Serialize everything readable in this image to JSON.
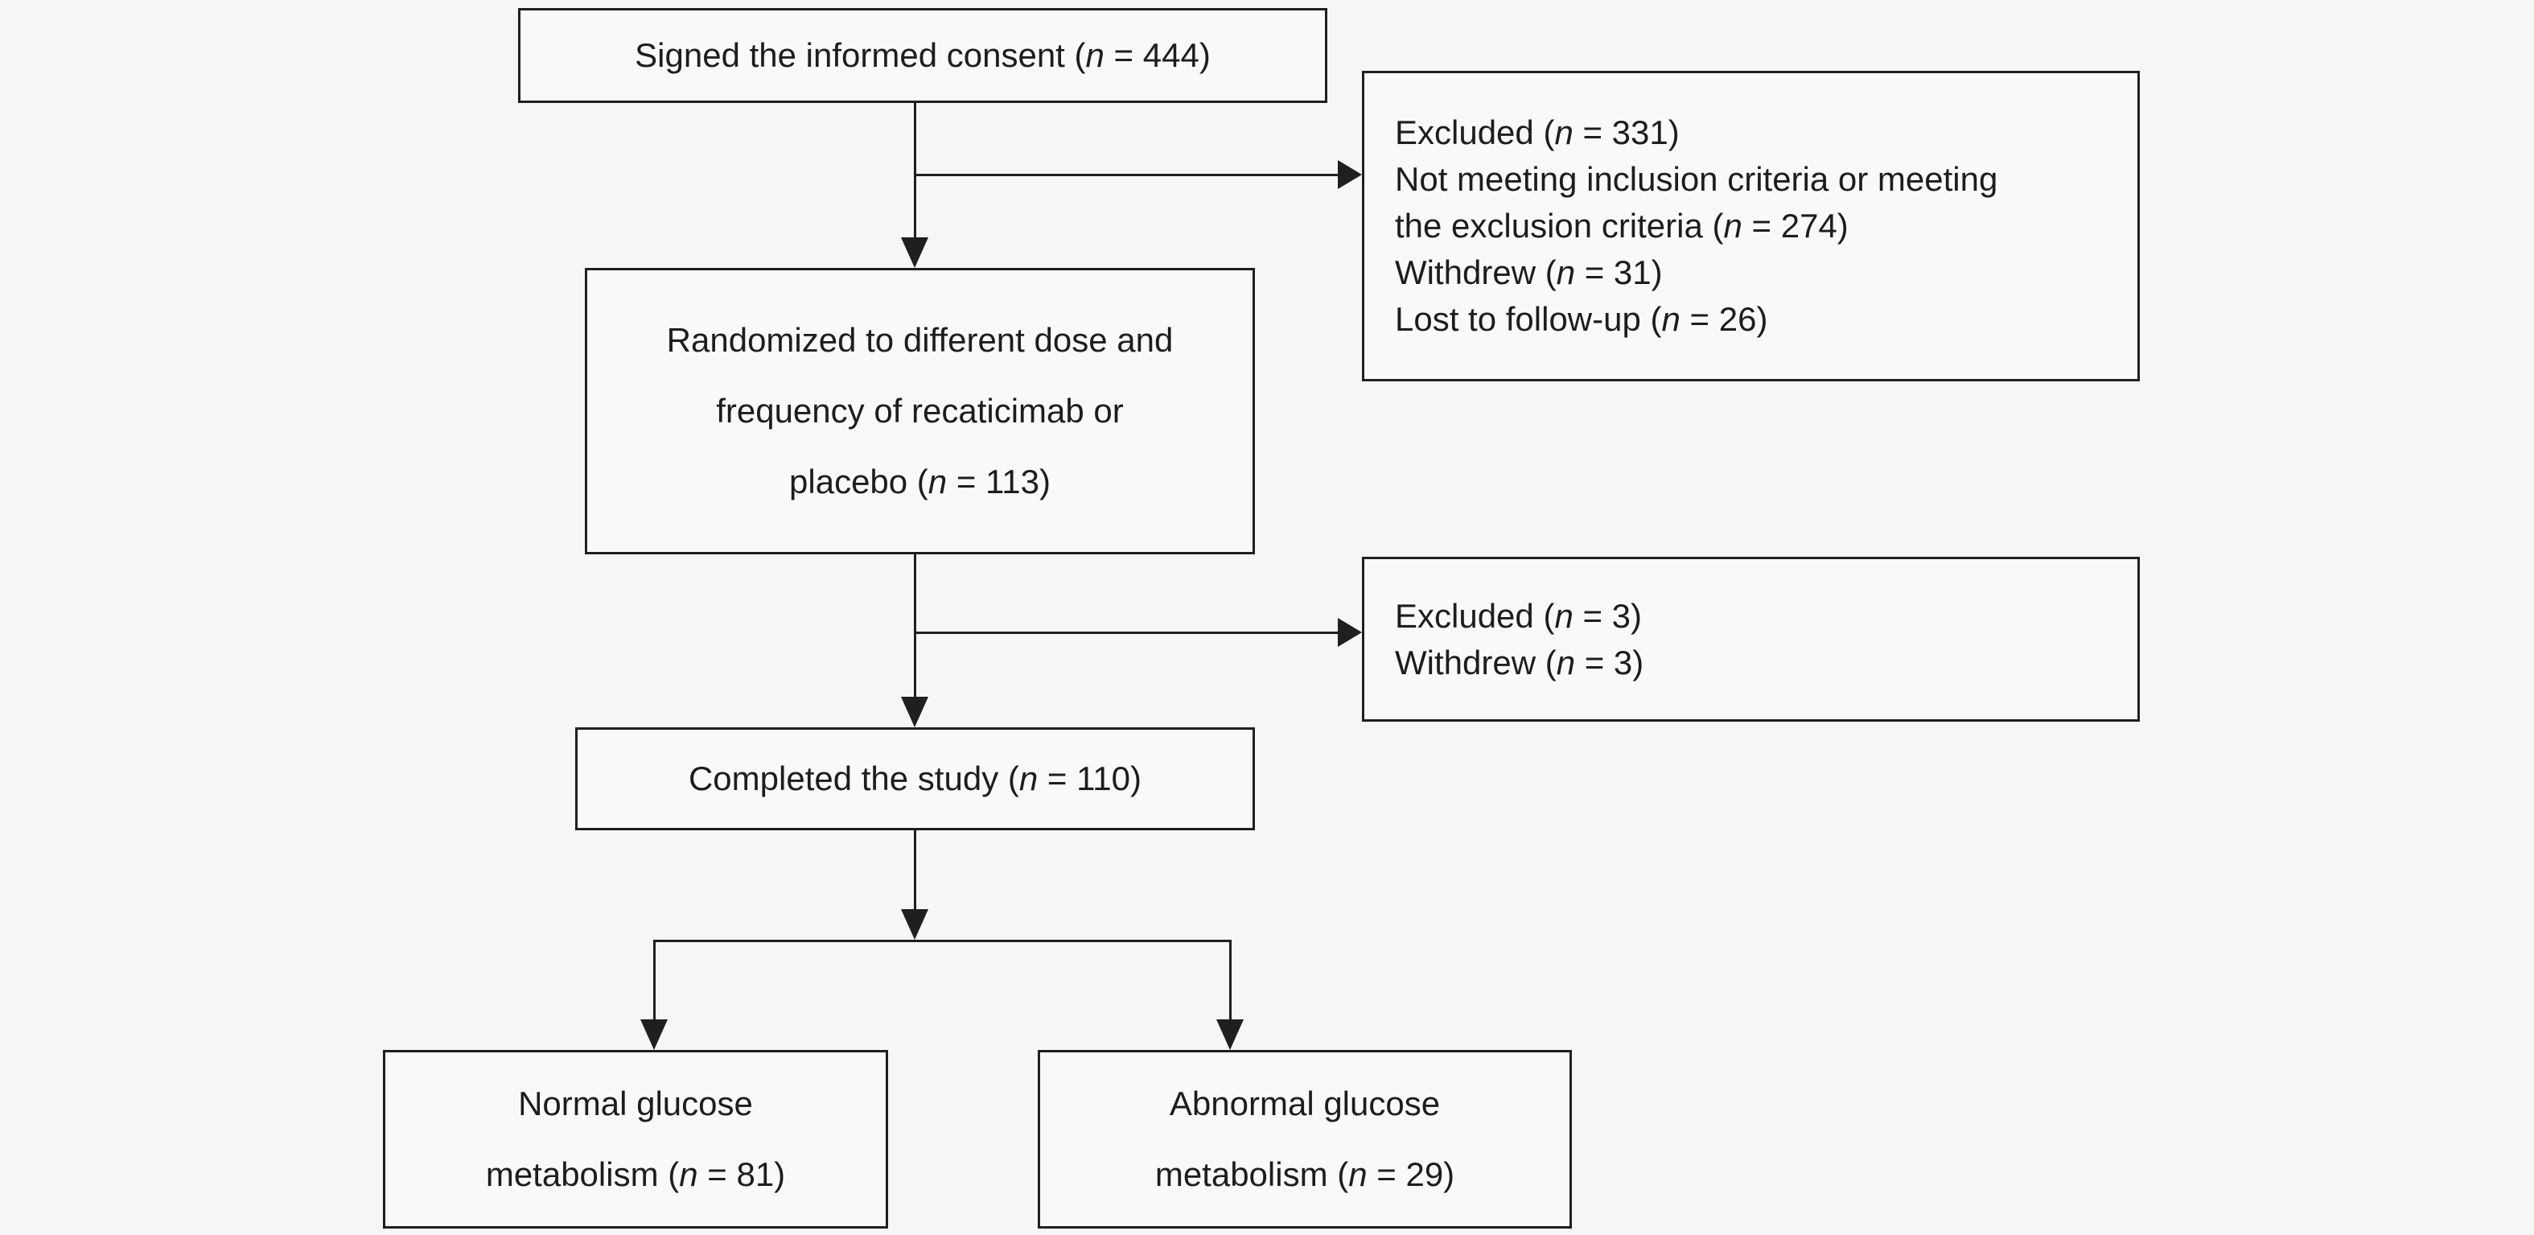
{
  "figure": {
    "type": "consort-flow-diagram",
    "background_color": "#f6f6f7",
    "box_fill_color": "#f9f9f9",
    "line_color": "#1f1f1f",
    "text_color": "#1d1d1d"
  },
  "nodes": {
    "signed": {
      "n": 444,
      "lines": [
        [
          {
            "t": "Signed the informed consent ("
          },
          {
            "t": "n",
            "i": true
          },
          {
            "t": " = 444)"
          }
        ]
      ]
    },
    "excluded_before_randomization": {
      "n": 331,
      "lines": [
        [
          {
            "t": "Excluded ("
          },
          {
            "t": "n",
            "i": true
          },
          {
            "t": " = 331)"
          }
        ],
        [
          {
            "t": "Not meeting inclusion criteria or meeting"
          }
        ],
        [
          {
            "t": "the exclusion criteria ("
          },
          {
            "t": "n",
            "i": true
          },
          {
            "t": " = 274)"
          }
        ],
        [
          {
            "t": "Withdrew ("
          },
          {
            "t": "n",
            "i": true
          },
          {
            "t": " = 31)"
          }
        ],
        [
          {
            "t": "Lost to follow-up ("
          },
          {
            "t": "n",
            "i": true
          },
          {
            "t": " = 26)"
          }
        ]
      ]
    },
    "randomized": {
      "n": 113,
      "lines": [
        [
          {
            "t": "Randomized to different dose and"
          }
        ],
        [
          {
            "t": "frequency of recaticimab or"
          }
        ],
        [
          {
            "t": "placebo ("
          },
          {
            "t": "n",
            "i": true
          },
          {
            "t": " = 113)"
          }
        ]
      ]
    },
    "excluded_after_randomization": {
      "n": 3,
      "lines": [
        [
          {
            "t": "Excluded ("
          },
          {
            "t": "n",
            "i": true
          },
          {
            "t": " = 3)"
          }
        ],
        [
          {
            "t": "Withdrew ("
          },
          {
            "t": "n",
            "i": true
          },
          {
            "t": " = 3)"
          }
        ]
      ]
    },
    "completed": {
      "n": 110,
      "lines": [
        [
          {
            "t": "Completed the study ("
          },
          {
            "t": "n",
            "i": true
          },
          {
            "t": " = 110)"
          }
        ]
      ]
    },
    "normal_glucose": {
      "n": 81,
      "lines": [
        [
          {
            "t": "Normal glucose"
          }
        ],
        [
          {
            "t": "metabolism ("
          },
          {
            "t": "n",
            "i": true
          },
          {
            "t": " = 81)"
          }
        ]
      ]
    },
    "abnormal_glucose": {
      "n": 29,
      "lines": [
        [
          {
            "t": "Abnormal glucose"
          }
        ],
        [
          {
            "t": "metabolism ("
          },
          {
            "t": "n",
            "i": true
          },
          {
            "t": " = 29)"
          }
        ]
      ]
    }
  },
  "edges": [
    {
      "from": "signed",
      "to": "randomized",
      "style": "arrow-down"
    },
    {
      "from": "signed",
      "to": "excluded_before_randomization",
      "style": "arrow-right"
    },
    {
      "from": "randomized",
      "to": "completed",
      "style": "arrow-down"
    },
    {
      "from": "randomized",
      "to": "excluded_after_randomization",
      "style": "arrow-right"
    },
    {
      "from": "completed",
      "to": "normal_glucose",
      "style": "arrow-down"
    },
    {
      "from": "completed",
      "to": "abnormal_glucose",
      "style": "arrow-down"
    }
  ]
}
